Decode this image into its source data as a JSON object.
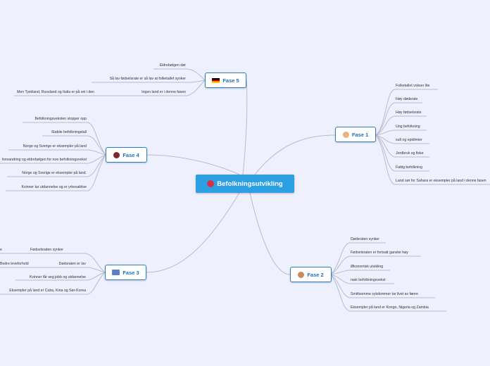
{
  "central": {
    "title": "Befolkningsutvikling",
    "icon": "heart-icon"
  },
  "colors": {
    "background": "#eef1fd",
    "central_fill": "#2d9fe3",
    "phase_border": "#2d7fc4",
    "line": "#b7bcc8"
  },
  "phases": [
    {
      "label": "Fase 1",
      "icon": "face-icon",
      "items": [
        "Folketallet vokser lite",
        "Høy dødsrate",
        "Høy fødselsrate",
        "Ung befolkning",
        "sult og epidimier",
        "Jordbruk og fiske",
        "Fattig befolkning",
        "Land sør for Sahara er eksempler på land i denne fasen"
      ]
    },
    {
      "label": "Fase 2",
      "icon": "face-icon",
      "items": [
        "Dødsraten synker",
        "Fødselsraten er fortsatt ganske høy",
        "Økonomisk utvikling",
        "rask befolkningsvekst",
        "Smittsomme sykdommer tar livet av færre",
        "Eksempler på land er Kongo, Nigeria og Zambia"
      ]
    },
    {
      "label": "Fase 3",
      "icon": "book-icon",
      "items": [
        "Fødselsraten synker",
        "Dødsraten er lav",
        "Kvinner får seg jobb og utdannelse",
        "Eksempler på land er Cuba, Kina og Sør-Korea"
      ],
      "extra": [
        "e",
        "Bedre leveforhold"
      ]
    },
    {
      "label": "Fase 4",
      "icon": "globe-icon",
      "items": [
        "Befolkningsveksten stopper opp",
        "Stabile befolkningstall",
        "Norge og Sverige er eksempler på land",
        "Innvandring og eldrebølgen for noe befolkningsvekst",
        "Norge og Sverige er eksempler på land.",
        "Kvinner tar utdannelse og er yrkesaktive"
      ]
    },
    {
      "label": "Fase 5",
      "icon": "german-flag-icon",
      "items": [
        "Eldrebølgen dør",
        "Så lav fødselsrate er så lav at folketallet synker",
        "Ingen land er i denne fasen"
      ],
      "extra": [
        "Men Tyskland, Russland og Italia er på vei i den"
      ]
    }
  ]
}
